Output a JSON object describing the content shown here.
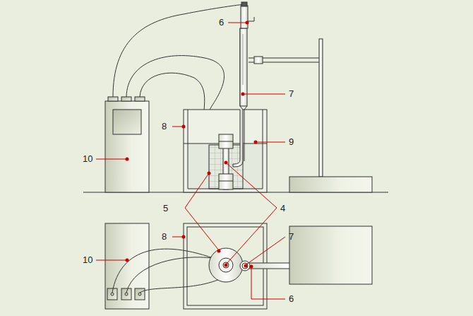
{
  "diagram": {
    "labels": [
      "6",
      "7",
      "8",
      "9",
      "10",
      "5",
      "4",
      "10",
      "8",
      "7",
      "6"
    ]
  }
}
